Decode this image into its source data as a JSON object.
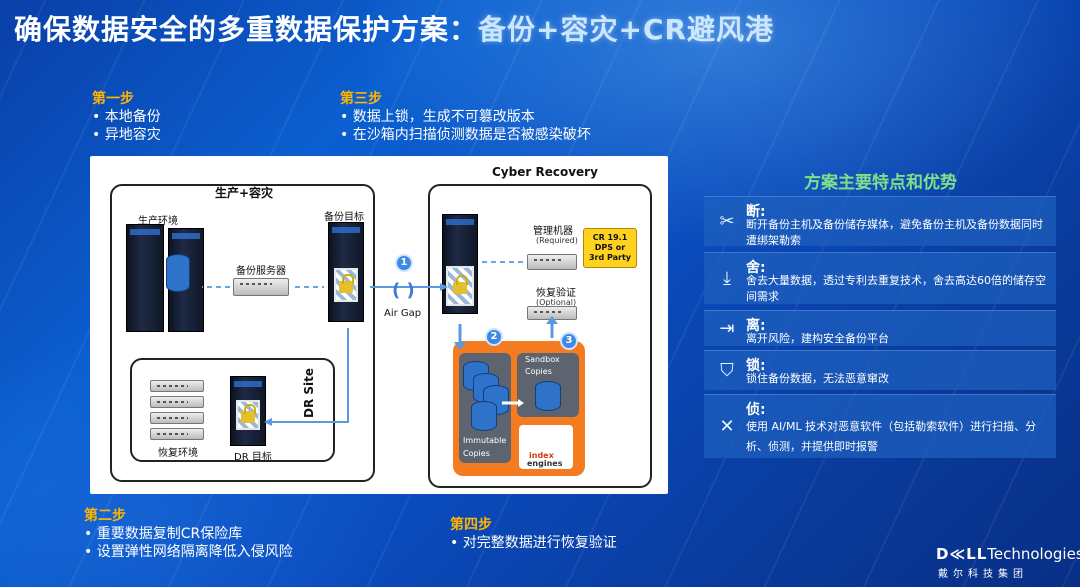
{
  "title": {
    "main": "确保数据安全的多重数据保护方案：",
    "accent": "备份+容灾+CR避风港"
  },
  "steps": [
    {
      "head": "第一步",
      "items": [
        "• 本地备份",
        "• 异地容灾"
      ]
    },
    {
      "head": "第三步",
      "items": [
        "• 数据上锁，生成不可篡改版本",
        "• 在沙箱内扫描侦测数据是否被感染破坏"
      ]
    },
    {
      "head": "第二步",
      "items": [
        "• 重要数据复制CR保险库",
        "• 设置弹性网络隔离降低入侵风险"
      ]
    },
    {
      "head": "第四步",
      "items": [
        "• 对完整数据进行恢复验证"
      ]
    }
  ],
  "diagram": {
    "prod_dr": "生产+容灾",
    "prod_env": "生产环境",
    "backup_target": "备份目标",
    "backup_server": "备份服务器",
    "air_gap": "Air Gap",
    "cyber_recovery": "Cyber Recovery",
    "mgmt": "管理机器",
    "required": "(Required)",
    "verify": "恢复验证",
    "optional": "(Optional)",
    "badge": [
      "CR 19.1",
      "DPS or",
      "3rd Party"
    ],
    "sandbox": [
      "Sandbox",
      "Copies"
    ],
    "immutable": [
      "Immutable",
      "Copies"
    ],
    "dr_site": "DR Site",
    "restore_env": "恢复环境",
    "dr_target": "DR 目标",
    "index": [
      "index",
      "engines"
    ],
    "nums": [
      "1",
      "2",
      "3"
    ]
  },
  "features": {
    "heading": "方案主要特点和优势",
    "items": [
      {
        "icon": "network-break-icon",
        "glyph": "✂",
        "title": "断:",
        "desc": "断开备份主机及备份储存媒体，避免备份主机及备份数据同时遭绑架勒索"
      },
      {
        "icon": "download-icon",
        "glyph": "⤓",
        "title": "舍:",
        "desc": "舍去大量数据，透过专利去重复技术，舍去高达60倍的储存空间需求"
      },
      {
        "icon": "exit-icon",
        "glyph": "⇥",
        "title": "离:",
        "desc": "离开风险，建构安全备份平台"
      },
      {
        "icon": "shield-icon",
        "glyph": "⛉",
        "title": "锁:",
        "desc": "锁住备份数据，无法恶意窜改"
      },
      {
        "icon": "tools-icon",
        "glyph": "✕",
        "title": "侦:",
        "desc": "使用 AI/ML 技术对恶意软件（包括勒索软件）进行扫描、分析、侦测，并提供即时报警"
      }
    ]
  },
  "logo": {
    "brand": "D≪LL",
    "suffix": "Technologies",
    "cn": "戴尔科技集团"
  }
}
